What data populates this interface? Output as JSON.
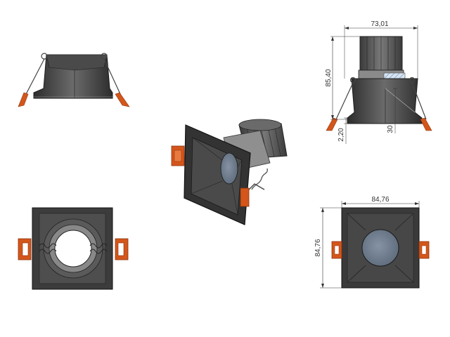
{
  "views": {
    "side_left": "side-view",
    "side_right": "side-section-view",
    "isometric": "isometric-view",
    "bottom_left": "bottom-view",
    "top_right": "top-view"
  },
  "dimensions": {
    "side_width": "73,01",
    "side_height": "85,40",
    "flange_thickness": "2,20",
    "trim_height": "30",
    "top_width": "84,76",
    "top_height": "84,76"
  },
  "watermark": "",
  "colors": {
    "body": "#3a3a3a",
    "body_dark": "#252525",
    "trim": "#555555",
    "clip": "#d4561a",
    "lens": "#6f7f93",
    "line": "#333333"
  }
}
